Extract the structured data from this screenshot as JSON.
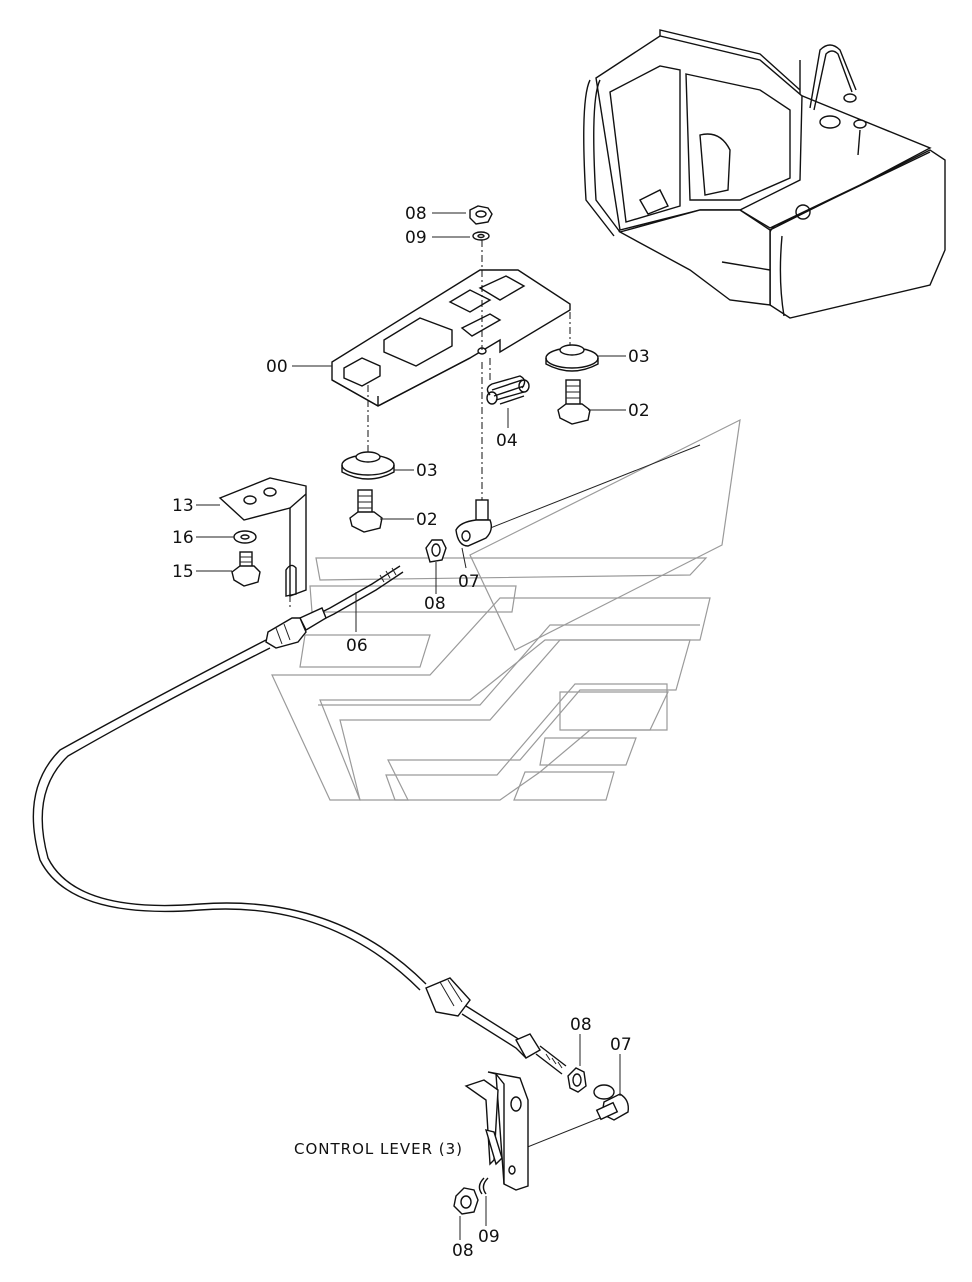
{
  "callouts": [
    {
      "id": "c08a",
      "text": "08"
    },
    {
      "id": "c09a",
      "text": "09"
    },
    {
      "id": "c00",
      "text": "00"
    },
    {
      "id": "c03a",
      "text": "03"
    },
    {
      "id": "c02a",
      "text": "02"
    },
    {
      "id": "c04",
      "text": "04"
    },
    {
      "id": "c03b",
      "text": "03"
    },
    {
      "id": "c02b",
      "text": "02"
    },
    {
      "id": "c13",
      "text": "13"
    },
    {
      "id": "c16",
      "text": "16"
    },
    {
      "id": "c15",
      "text": "15"
    },
    {
      "id": "c07a",
      "text": "07"
    },
    {
      "id": "c08b",
      "text": "08"
    },
    {
      "id": "c06",
      "text": "06"
    },
    {
      "id": "c08c",
      "text": "08"
    },
    {
      "id": "c07b",
      "text": "07"
    },
    {
      "id": "c08d",
      "text": "08"
    },
    {
      "id": "c09b",
      "text": "09"
    }
  ],
  "caption": "CONTROL LEVER (3)"
}
